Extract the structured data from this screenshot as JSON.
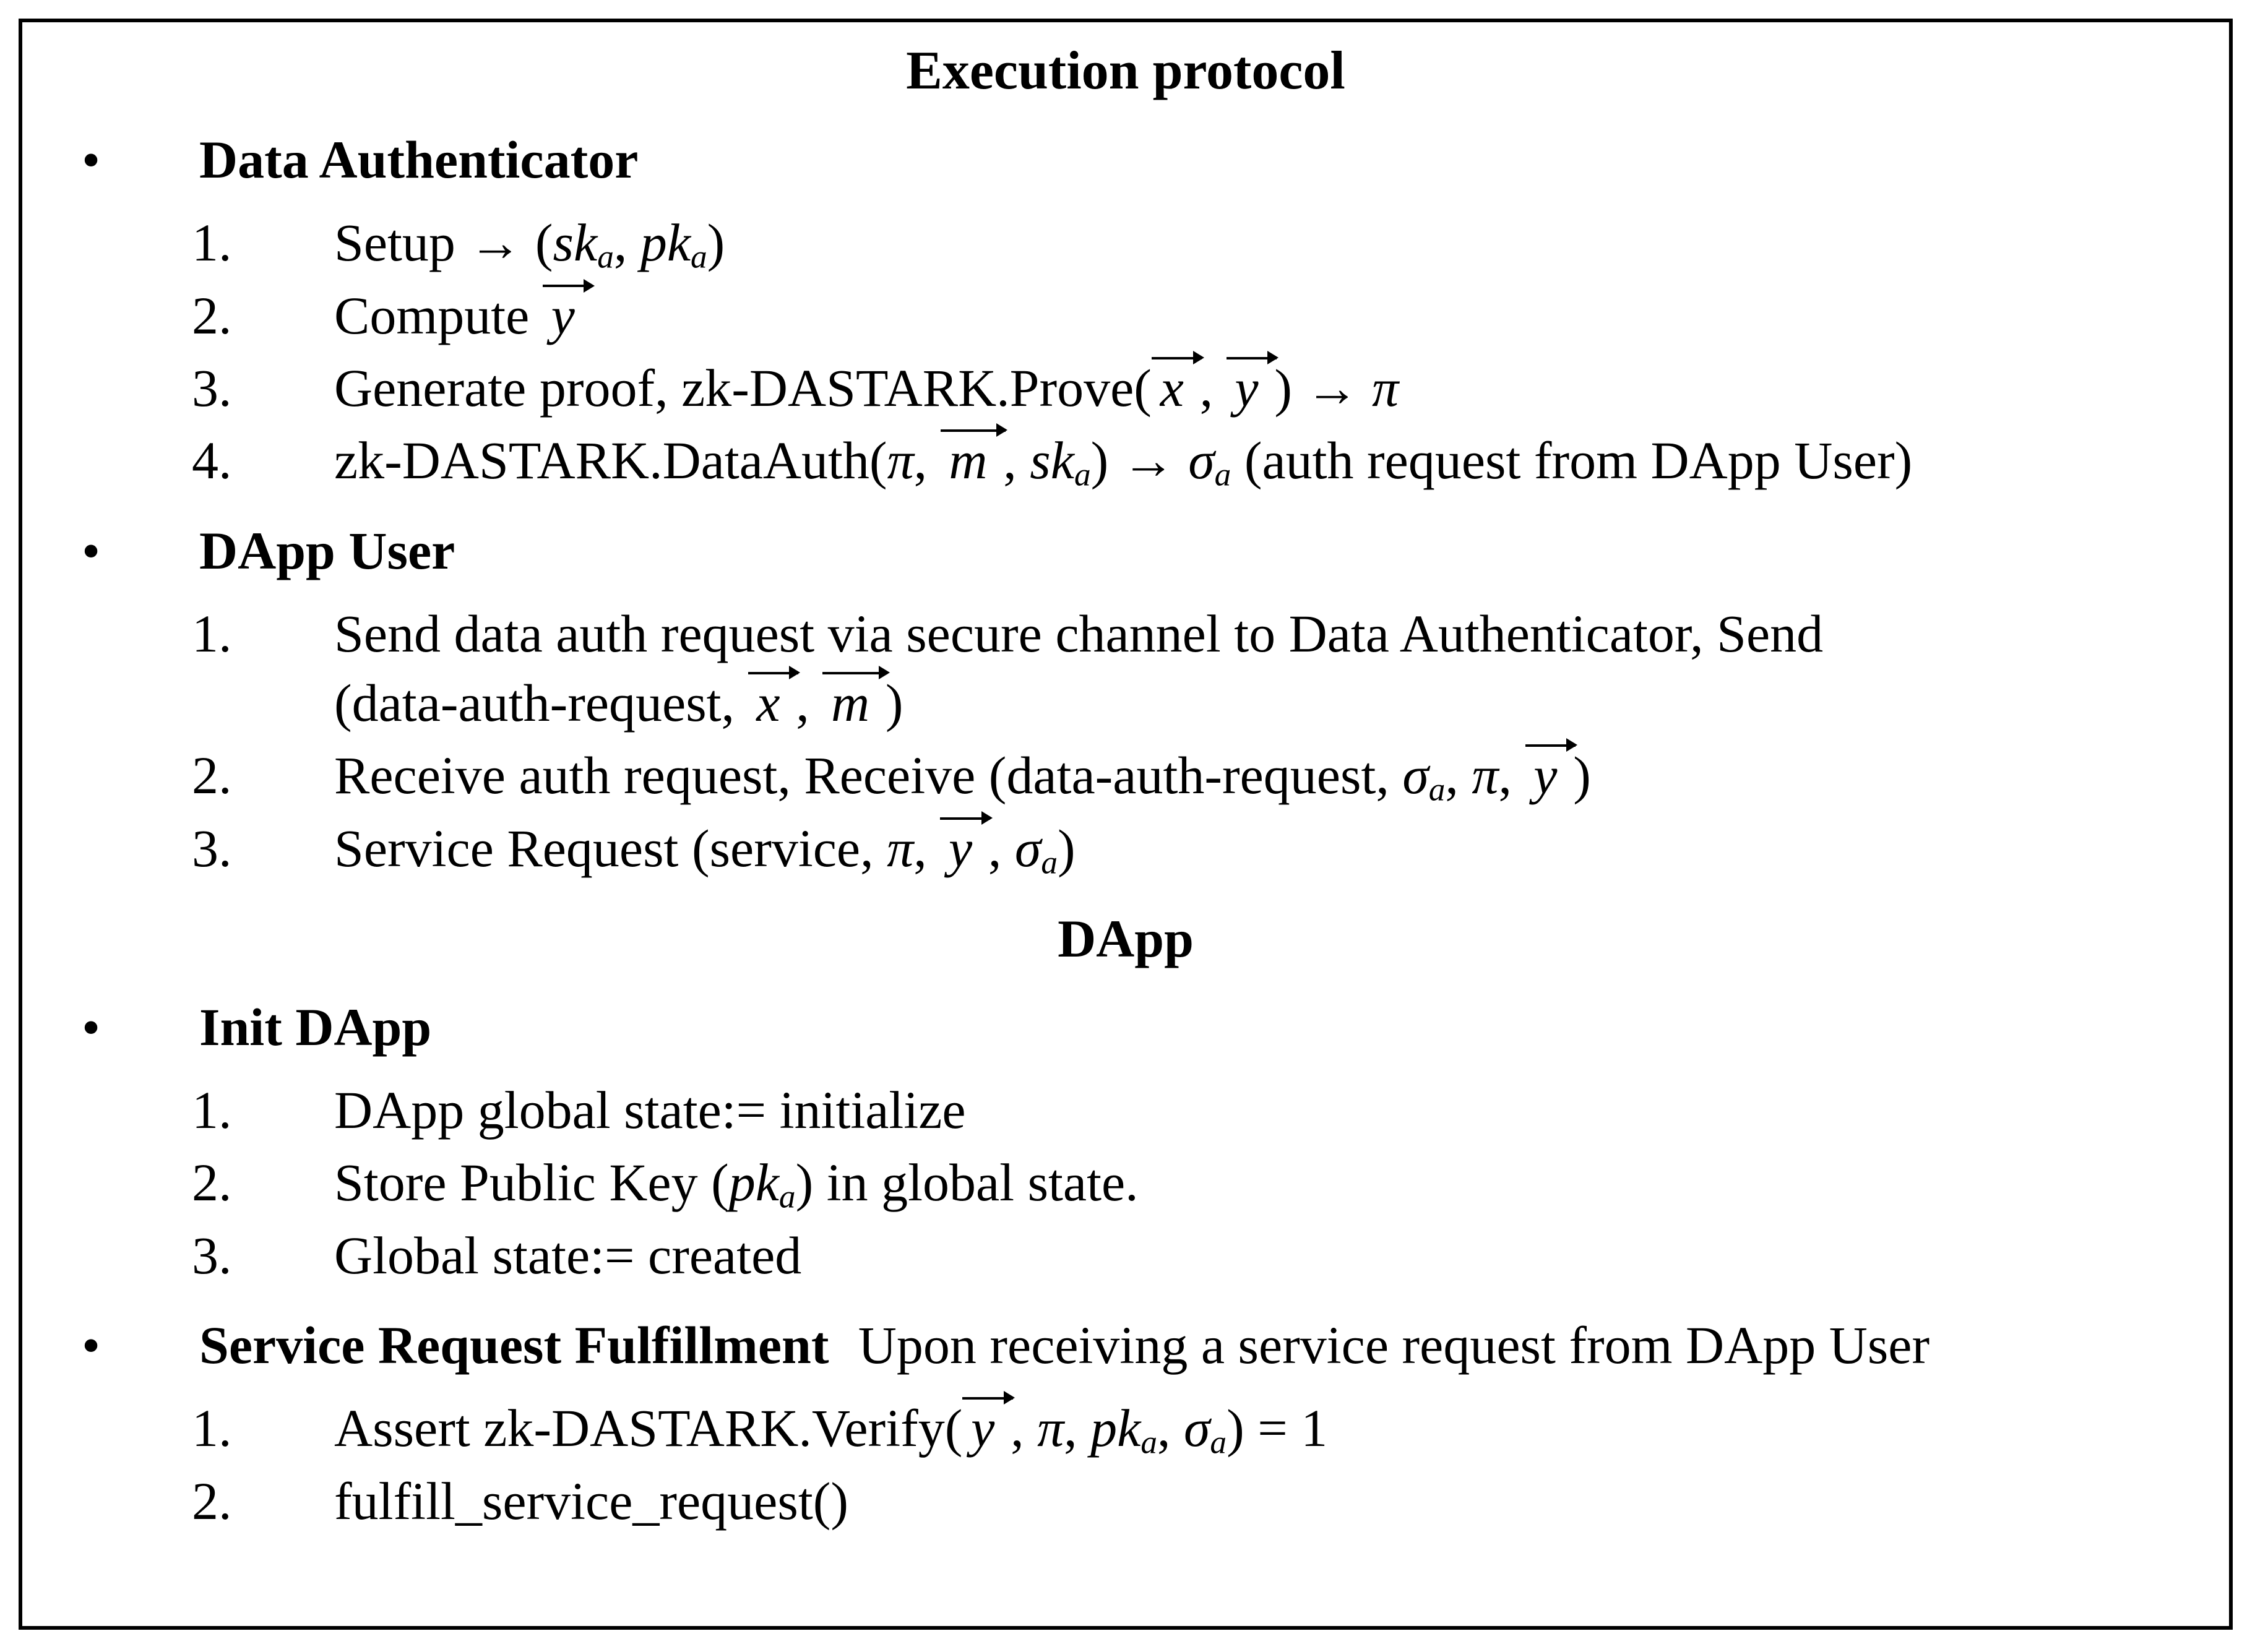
{
  "figure": {
    "title": "Execution protocol",
    "middle_heading": "DApp",
    "bullet_glyph": "•",
    "sections": [
      {
        "heading": "Data Authenticator",
        "heading_after": "",
        "items": [
          {
            "num": "1.",
            "segments": [
              [
                "r",
                "Setup → ("
              ],
              [
                "i",
                "sk"
              ],
              [
                "sub",
                "a"
              ],
              [
                "r",
                ", "
              ],
              [
                "i",
                "pk"
              ],
              [
                "sub",
                "a"
              ],
              [
                "r",
                ")"
              ]
            ]
          },
          {
            "num": "2.",
            "segments": [
              [
                "r",
                "Compute "
              ],
              [
                "vec",
                "y"
              ]
            ]
          },
          {
            "num": "3.",
            "segments": [
              [
                "r",
                "Generate proof, zk-DASTARK.Prove("
              ],
              [
                "vec",
                "x"
              ],
              [
                "r",
                ", "
              ],
              [
                "vec",
                "y"
              ],
              [
                "r",
                ") → "
              ],
              [
                "i",
                "π"
              ]
            ]
          },
          {
            "num": "4.",
            "segments": [
              [
                "r",
                "zk-DASTARK.DataAuth("
              ],
              [
                "i",
                "π"
              ],
              [
                "r",
                ", "
              ],
              [
                "vec",
                "m"
              ],
              [
                "r",
                ", "
              ],
              [
                "i",
                "sk"
              ],
              [
                "sub",
                "a"
              ],
              [
                "r",
                ") → "
              ],
              [
                "i",
                "σ"
              ],
              [
                "sub",
                "a"
              ],
              [
                "r",
                " (auth request from DApp User)"
              ]
            ]
          }
        ]
      },
      {
        "heading": "DApp User",
        "heading_after": "",
        "items": [
          {
            "num": "1.",
            "segments": [
              [
                "r",
                "Send data auth request via secure channel to Data Authenticator, Send"
              ],
              [
                "br",
                ""
              ],
              [
                "r",
                "(data-auth-request, "
              ],
              [
                "vec",
                "x"
              ],
              [
                "r",
                ", "
              ],
              [
                "vec",
                "m"
              ],
              [
                "r",
                ")"
              ]
            ]
          },
          {
            "num": "2.",
            "segments": [
              [
                "r",
                "Receive auth request, Receive (data-auth-request, "
              ],
              [
                "i",
                "σ"
              ],
              [
                "sub",
                "a"
              ],
              [
                "r",
                ", "
              ],
              [
                "i",
                "π"
              ],
              [
                "r",
                ", "
              ],
              [
                "vec",
                "y"
              ],
              [
                "r",
                ")"
              ]
            ]
          },
          {
            "num": "3.",
            "segments": [
              [
                "r",
                "Service Request (service, "
              ],
              [
                "i",
                "π"
              ],
              [
                "r",
                ", "
              ],
              [
                "vec",
                "y"
              ],
              [
                "r",
                ", "
              ],
              [
                "i",
                "σ"
              ],
              [
                "sub",
                "a"
              ],
              [
                "r",
                ")"
              ]
            ]
          }
        ]
      },
      {
        "heading": "Init DApp",
        "heading_after": "",
        "items": [
          {
            "num": "1.",
            "segments": [
              [
                "r",
                "DApp global state:= initialize"
              ]
            ]
          },
          {
            "num": "2.",
            "segments": [
              [
                "r",
                "Store Public Key ("
              ],
              [
                "i",
                "pk"
              ],
              [
                "sub",
                "a"
              ],
              [
                "r",
                ") in global state."
              ]
            ]
          },
          {
            "num": "3.",
            "segments": [
              [
                "r",
                "Global state:= created"
              ]
            ]
          }
        ]
      },
      {
        "heading": "Service Request Fulfillment",
        "heading_after": "Upon receiving a service request from DApp User",
        "items": [
          {
            "num": "1.",
            "segments": [
              [
                "r",
                "Assert zk-DASTARK.Verify("
              ],
              [
                "vec",
                "y"
              ],
              [
                "r",
                ", "
              ],
              [
                "i",
                "π"
              ],
              [
                "r",
                ", "
              ],
              [
                "i",
                "pk"
              ],
              [
                "sub",
                "a"
              ],
              [
                "r",
                ", "
              ],
              [
                "i",
                "σ"
              ],
              [
                "sub",
                "a"
              ],
              [
                "r",
                ") = 1"
              ]
            ]
          },
          {
            "num": "2.",
            "segments": [
              [
                "r",
                "fulfill_service_request()"
              ]
            ]
          }
        ]
      }
    ]
  }
}
